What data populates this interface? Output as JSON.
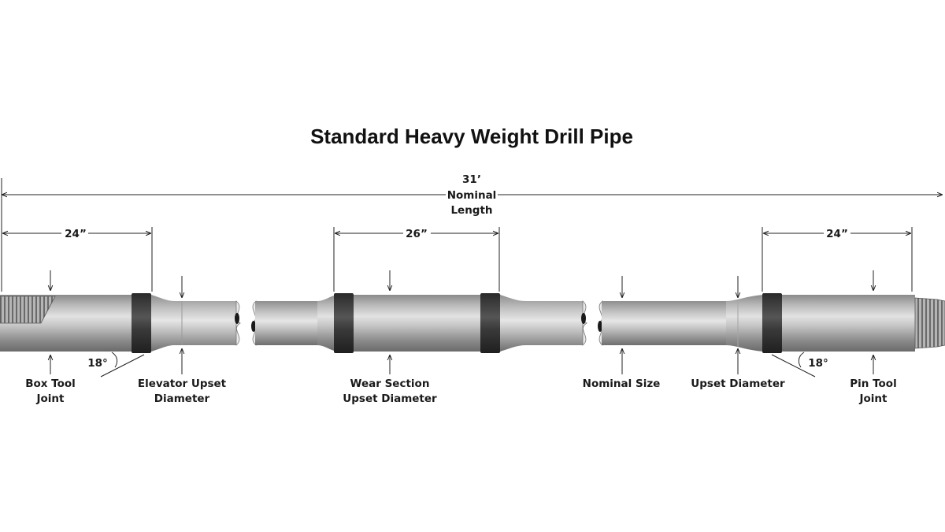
{
  "title": "Standard Heavy Weight Drill Pipe",
  "overall_length": [
    "31’",
    "Nominal",
    "Length"
  ],
  "dimensions": {
    "box_joint": "24”",
    "wear_section": "26”",
    "pin_joint": "24”"
  },
  "angles": {
    "box_taper": "18°",
    "pin_taper": "18°"
  },
  "labels": {
    "box_tool_joint": [
      "Box Tool",
      "Joint"
    ],
    "elevator_upset": [
      "Elevator Upset",
      "Diameter"
    ],
    "wear_section_upset": [
      "Wear Section",
      "Upset Diameter"
    ],
    "nominal_size": "Nominal Size",
    "upset_diameter": "Upset Diameter",
    "pin_tool_joint": [
      "Pin Tool",
      "Joint"
    ]
  },
  "colors": {
    "pipe_light": "#d6d6d6",
    "pipe_mid": "#9e9e9e",
    "pipe_dark": "#5a5a5a",
    "hardband": "#2e2e2e",
    "text": "#1a1a1a"
  }
}
